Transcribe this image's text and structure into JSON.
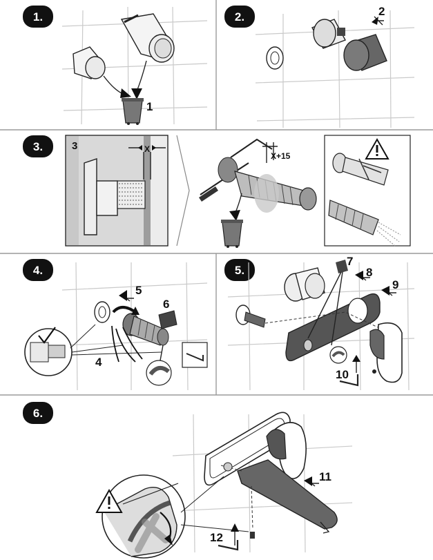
{
  "steps": [
    {
      "label": "1.",
      "callouts": [
        "1"
      ]
    },
    {
      "label": "2.",
      "callouts": [
        "2"
      ]
    },
    {
      "label": "3.",
      "callouts": [
        "3",
        "X",
        "X+15"
      ]
    },
    {
      "label": "4.",
      "callouts": [
        "5",
        "6",
        "4"
      ]
    },
    {
      "label": "5.",
      "callouts": [
        "7",
        "8",
        "9",
        "10"
      ]
    },
    {
      "label": "6.",
      "callouts": [
        "11",
        "12"
      ]
    }
  ],
  "icons": {
    "warning": "warning-triangle-icon",
    "waste_bin": "trash-bin-icon",
    "check": "checkmark-icon",
    "allen_key": "hex-key-icon",
    "lubricant": "grease-tube-icon"
  },
  "colors": {
    "badge": "#111111",
    "divider": "#9a9a9a",
    "tile_grid": "#c9c9c9",
    "panel_gray": "#c8c8c8"
  }
}
